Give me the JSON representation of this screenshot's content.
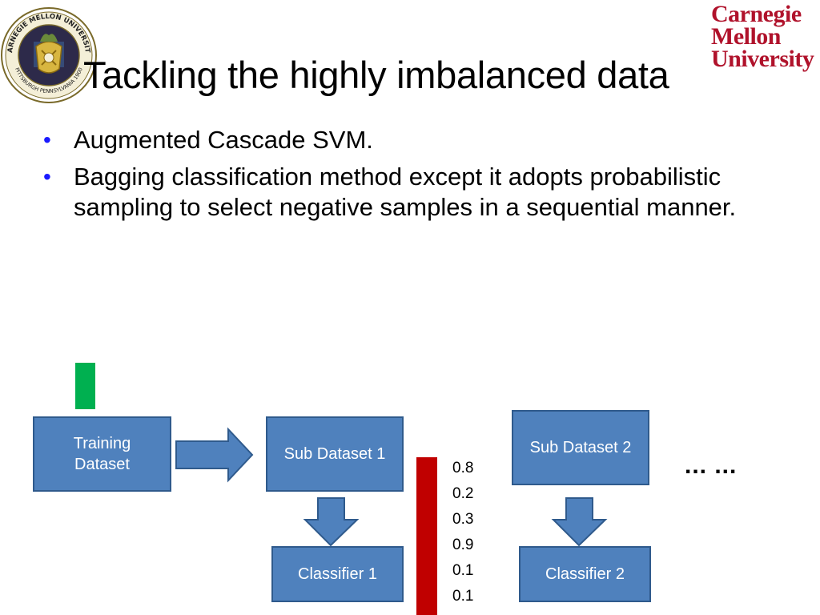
{
  "slide": {
    "title": "Tackling the highly imbalanced data",
    "bullets": [
      "Augmented Cascade SVM.",
      "Bagging classification method except it adopts probabilistic sampling to select negative samples in a sequential manner."
    ]
  },
  "logos": {
    "seal_text_top": "CARNEGIE MELLON UNIVERSITY",
    "seal_text_bottom": "PITTSBURGH PENNSYLVANIA 1900",
    "wordmark": [
      "Carnegie",
      "Mellon",
      "University"
    ]
  },
  "diagram": {
    "training_dataset": "Training Dataset",
    "sub_dataset_1": "Sub Dataset 1",
    "sub_dataset_2": "Sub Dataset 2",
    "classifier_1": "Classifier 1",
    "classifier_2": "Classifier 2",
    "ellipsis": "... ...",
    "scores": [
      "0.8",
      "0.2",
      "0.3",
      "0.9",
      "0.1",
      "0.1"
    ]
  },
  "colors": {
    "box_fill": "#4f81bd",
    "box_border": "#2f5a8c",
    "positive_bar": "#00b050",
    "negative_bar": "#c00000",
    "bullet": "#1a1aff",
    "wordmark": "#b0122b"
  }
}
